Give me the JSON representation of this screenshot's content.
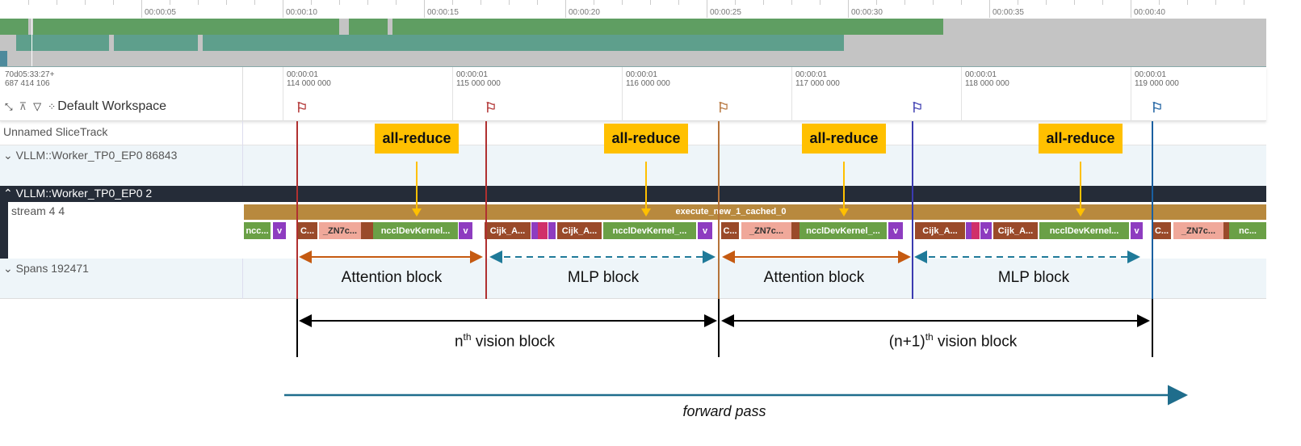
{
  "overview": {
    "ticks": [
      "00:00:05",
      "00:00:10",
      "00:00:15",
      "00:00:20",
      "00:00:25",
      "00:00:30",
      "00:00:35",
      "00:00:40"
    ]
  },
  "header": {
    "offset_line1": "70d05:33:27+",
    "offset_line2": "687 414 106",
    "workspace_label": "Default Workspace",
    "time_labels": [
      {
        "l1": "00:00:01",
        "l2": "114 000 000"
      },
      {
        "l1": "00:00:01",
        "l2": "115 000 000"
      },
      {
        "l1": "00:00:01",
        "l2": "116 000 000"
      },
      {
        "l1": "00:00:01",
        "l2": "117 000 000"
      },
      {
        "l1": "00:00:01",
        "l2": "118 000 000"
      },
      {
        "l1": "00:00:01",
        "l2": "119 000 000"
      }
    ],
    "flag_colors": [
      "#b03030",
      "#b03030",
      "#b5733a",
      "#3b3bb0",
      "#1a5fa0"
    ]
  },
  "tracks": {
    "unnamed": "Unnamed SliceTrack",
    "worker1": "VLLM::Worker_TP0_EP0 86843",
    "worker2": "VLLM::Worker_TP0_EP0 2",
    "stream": "stream 4 4",
    "spans": "Spans 192471"
  },
  "stream": {
    "parent_slice": "execute_new_1_cached_0",
    "slices": [
      {
        "label": "ncc...",
        "kind": "nccl"
      },
      {
        "label": "v",
        "kind": "v"
      },
      {
        "label": "C...",
        "kind": "cijk"
      },
      {
        "label": "_ZN7c...",
        "kind": "zn"
      },
      {
        "label": "",
        "kind": "cijk"
      },
      {
        "label": "ncclDevKernel...",
        "kind": "nccl"
      },
      {
        "label": "v",
        "kind": "v"
      },
      {
        "label": "Cijk_A...",
        "kind": "cijk"
      },
      {
        "label": "",
        "kind": "v"
      },
      {
        "label": "",
        "kind": "mag"
      },
      {
        "label": "",
        "kind": "v"
      },
      {
        "label": "Cijk_A...",
        "kind": "cijk"
      },
      {
        "label": "ncclDevKernel_...",
        "kind": "nccl"
      },
      {
        "label": "v",
        "kind": "v"
      },
      {
        "label": "C...",
        "kind": "cijk"
      },
      {
        "label": "_ZN7c...",
        "kind": "zn"
      },
      {
        "label": "",
        "kind": "cijk"
      },
      {
        "label": "ncclDevKernel_...",
        "kind": "nccl"
      },
      {
        "label": "v",
        "kind": "v"
      },
      {
        "label": "Cijk_A...",
        "kind": "cijk"
      },
      {
        "label": "",
        "kind": "v"
      },
      {
        "label": "",
        "kind": "mag"
      },
      {
        "label": "v",
        "kind": "v"
      },
      {
        "label": "Cijk_A...",
        "kind": "cijk"
      },
      {
        "label": "ncclDevKernel...",
        "kind": "nccl"
      },
      {
        "label": "v",
        "kind": "v"
      },
      {
        "label": "C...",
        "kind": "cijk"
      },
      {
        "label": "_ZN7c...",
        "kind": "zn"
      },
      {
        "label": "",
        "kind": "cijk"
      },
      {
        "label": "nc...",
        "kind": "nccl"
      }
    ],
    "colors": {
      "nccl": "#6aa046",
      "v": "#8e3cc0",
      "cijk": "#9a4a2a",
      "zn": "#f0a89a",
      "mag": "#d0306a",
      "parent": "#b8893e"
    }
  },
  "annotations": {
    "all_reduce": [
      "all-reduce",
      "all-reduce",
      "all-reduce",
      "all-reduce"
    ],
    "blocks": [
      "Attention block",
      "MLP block",
      "Attention block",
      "MLP block"
    ],
    "vision_n": {
      "base": "n",
      "sup": "th",
      "rest": " vision block"
    },
    "vision_n1": {
      "base": "(n+1)",
      "sup": "th",
      "rest": " vision block"
    },
    "forward_pass": "forward pass",
    "colors": {
      "attention": "#c55a11",
      "mlp": "#1f7a99",
      "forward": "#1f6d8c",
      "all_reduce": "#ffc000"
    }
  }
}
